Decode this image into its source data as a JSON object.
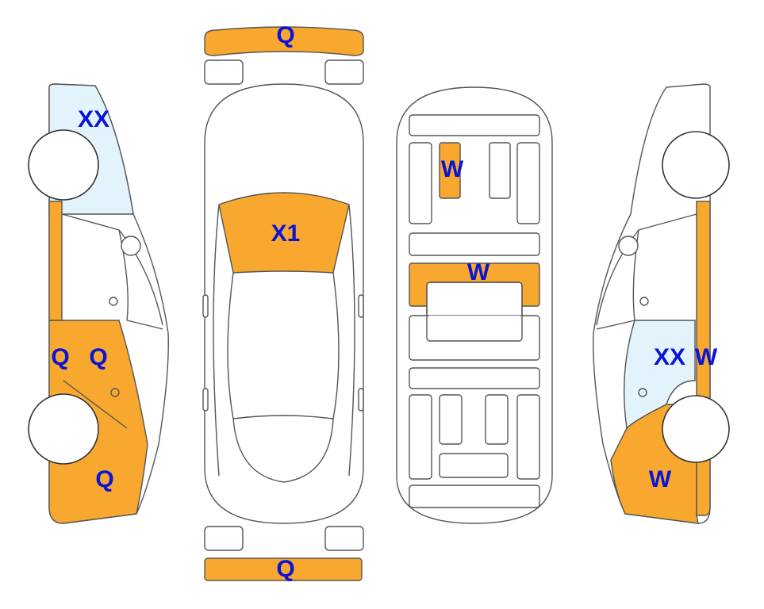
{
  "colors": {
    "damage_orange": "#F8A82E",
    "damage_light_blue": "#E2F3FB",
    "label_blue": "#0A14D6",
    "outline": "#555555"
  },
  "labels": {
    "front_bumper": "Q",
    "rear_bumper": "Q",
    "hood": "X1",
    "left_rear_upper": "XX",
    "left_rear_door_edge": "Q",
    "left_rear_door": "Q",
    "left_front_fender": "Q",
    "roof_panel": "W",
    "roof_crossbar": "W",
    "right_rear_door": "XX",
    "right_rear_door_edge": "W",
    "right_front_fender": "W"
  }
}
